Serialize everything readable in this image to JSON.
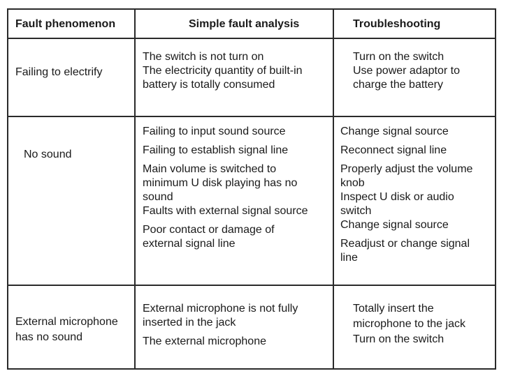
{
  "headers": {
    "col1": "Fault phenomenon",
    "col2": "Simple fault analysis",
    "col3": "Troubleshooting"
  },
  "rows": [
    {
      "phenomenon": [
        "Failing to electrify"
      ],
      "analysis": [
        "The switch is not turn on",
        "The electricity quantity of built-in",
        "battery is totally consumed"
      ],
      "troubleshooting": [
        "Turn on the switch",
        "Use power adaptor to",
        "charge the battery"
      ]
    },
    {
      "phenomenon": [
        "No sound"
      ],
      "analysis": [
        "Failing to input sound source",
        "Failing to establish signal line",
        "Main volume is switched to",
        "minimum U disk playing has no",
        "sound",
        "Faults with external signal source",
        "Poor contact or damage of",
        "external signal line"
      ],
      "troubleshooting": [
        "Change signal source",
        "Reconnect signal line",
        "Properly adjust the volume",
        "knob",
        "Inspect U disk or audio",
        "switch",
        "Change signal source",
        "Readjust or change signal",
        "line"
      ]
    },
    {
      "phenomenon": [
        "External microphone",
        "has no sound"
      ],
      "analysis": [
        "External microphone is not fully",
        "inserted in the jack",
        "The external microphone"
      ],
      "troubleshooting": [
        "Totally insert the",
        "microphone to the jack",
        "Turn on the switch"
      ]
    }
  ]
}
